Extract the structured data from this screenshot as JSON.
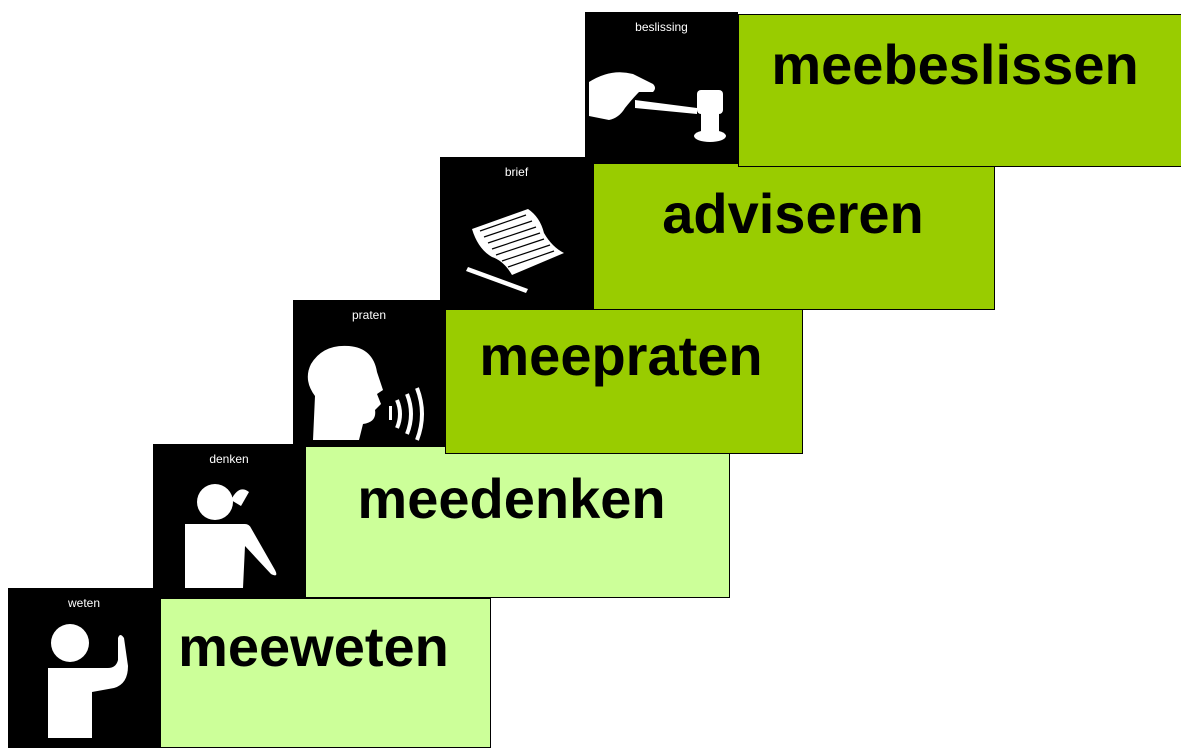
{
  "colors": {
    "dark_green": "#99cc00",
    "light_green": "#ccff99",
    "pictogram_bg": "#000000",
    "pictogram_fg": "#ffffff"
  },
  "steps": [
    {
      "title": "meeweten",
      "pictogram_label": "weten",
      "icon": "person-pointing-up-icon",
      "color": "#ccff99"
    },
    {
      "title": "meedenken",
      "pictogram_label": "denken",
      "icon": "person-thinking-icon",
      "color": "#ccff99"
    },
    {
      "title": "meepraten",
      "pictogram_label": "praten",
      "icon": "speaking-head-icon",
      "color": "#99cc00"
    },
    {
      "title": "adviseren",
      "pictogram_label": "brief",
      "icon": "letter-pen-icon",
      "color": "#99cc00"
    },
    {
      "title": "meebeslissen",
      "pictogram_label": "beslissing",
      "icon": "gavel-hand-icon",
      "color": "#99cc00"
    }
  ]
}
